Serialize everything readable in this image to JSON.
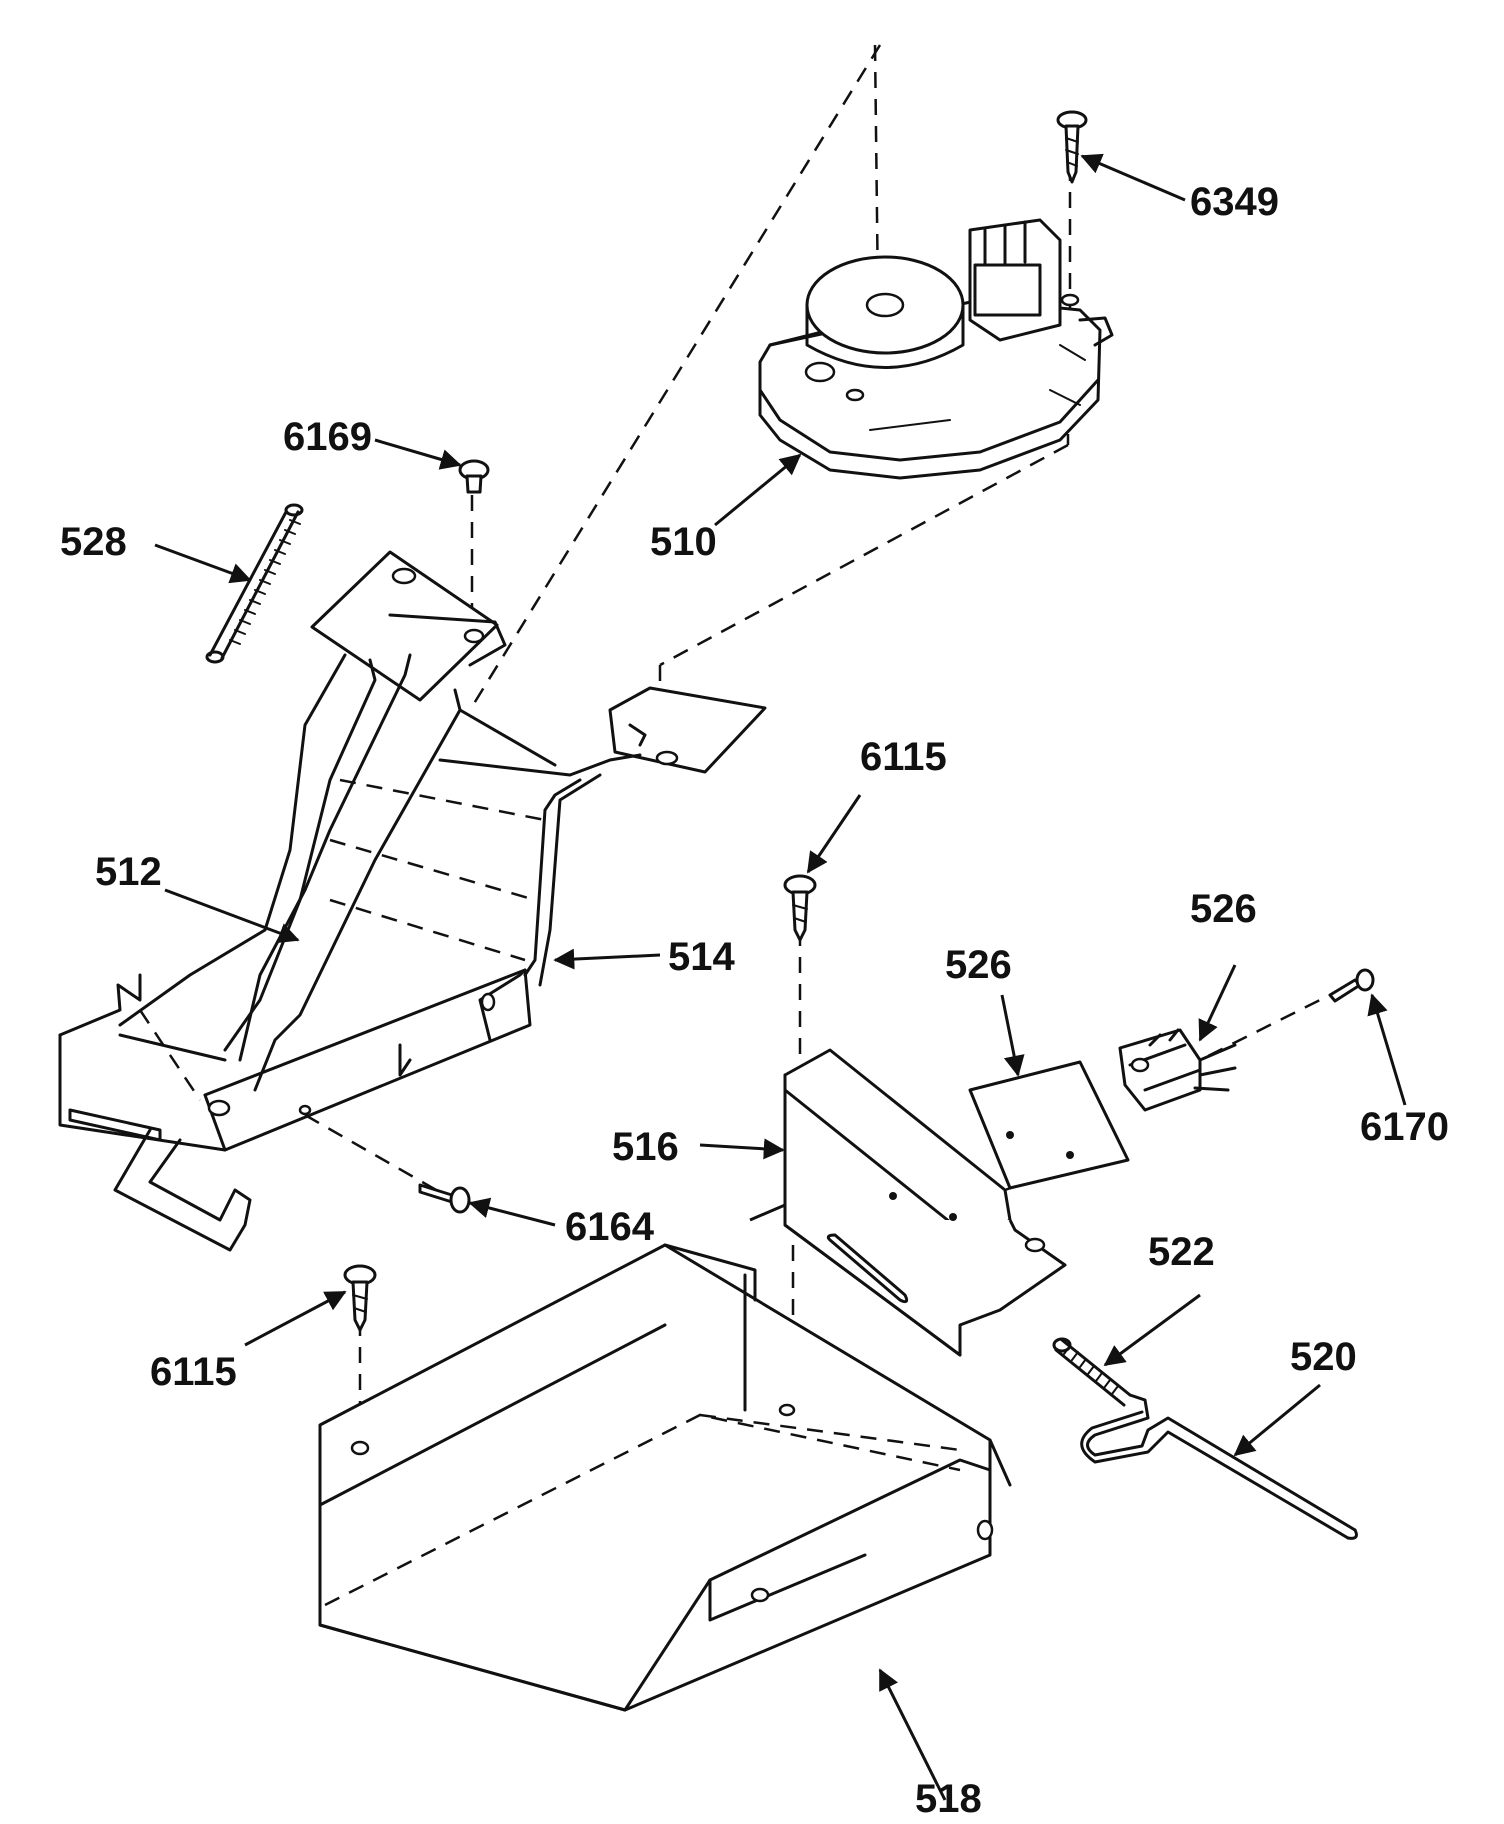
{
  "labels": {
    "p6349": "6349",
    "p510": "510",
    "p6169": "6169",
    "p528": "528",
    "p512": "512",
    "p514": "514",
    "p6115a": "6115",
    "p526a": "526",
    "p526b": "526",
    "p6170": "6170",
    "p516": "516",
    "p6164": "6164",
    "p522": "522",
    "p520": "520",
    "p6115b": "6115",
    "p518": "518"
  }
}
